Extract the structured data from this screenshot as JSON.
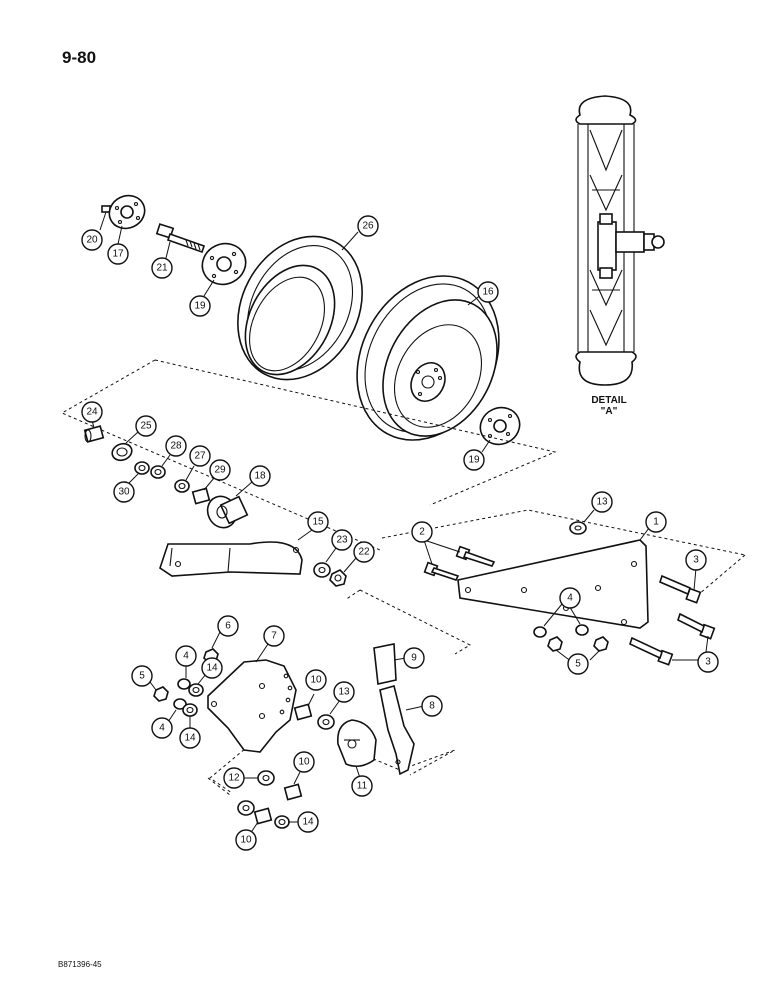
{
  "page_number": "9-80",
  "figure_code": "B871396-45",
  "detail": {
    "line1": "DETAIL",
    "line2": "\"A\""
  },
  "callouts": [
    "1",
    "2",
    "3",
    "4",
    "5",
    "6",
    "7",
    "8",
    "9",
    "10",
    "11",
    "12",
    "13",
    "14",
    "15",
    "16",
    "17",
    "18",
    "19",
    "20",
    "21",
    "22",
    "23",
    "24",
    "25",
    "26",
    "27",
    "28",
    "29",
    "30"
  ]
}
